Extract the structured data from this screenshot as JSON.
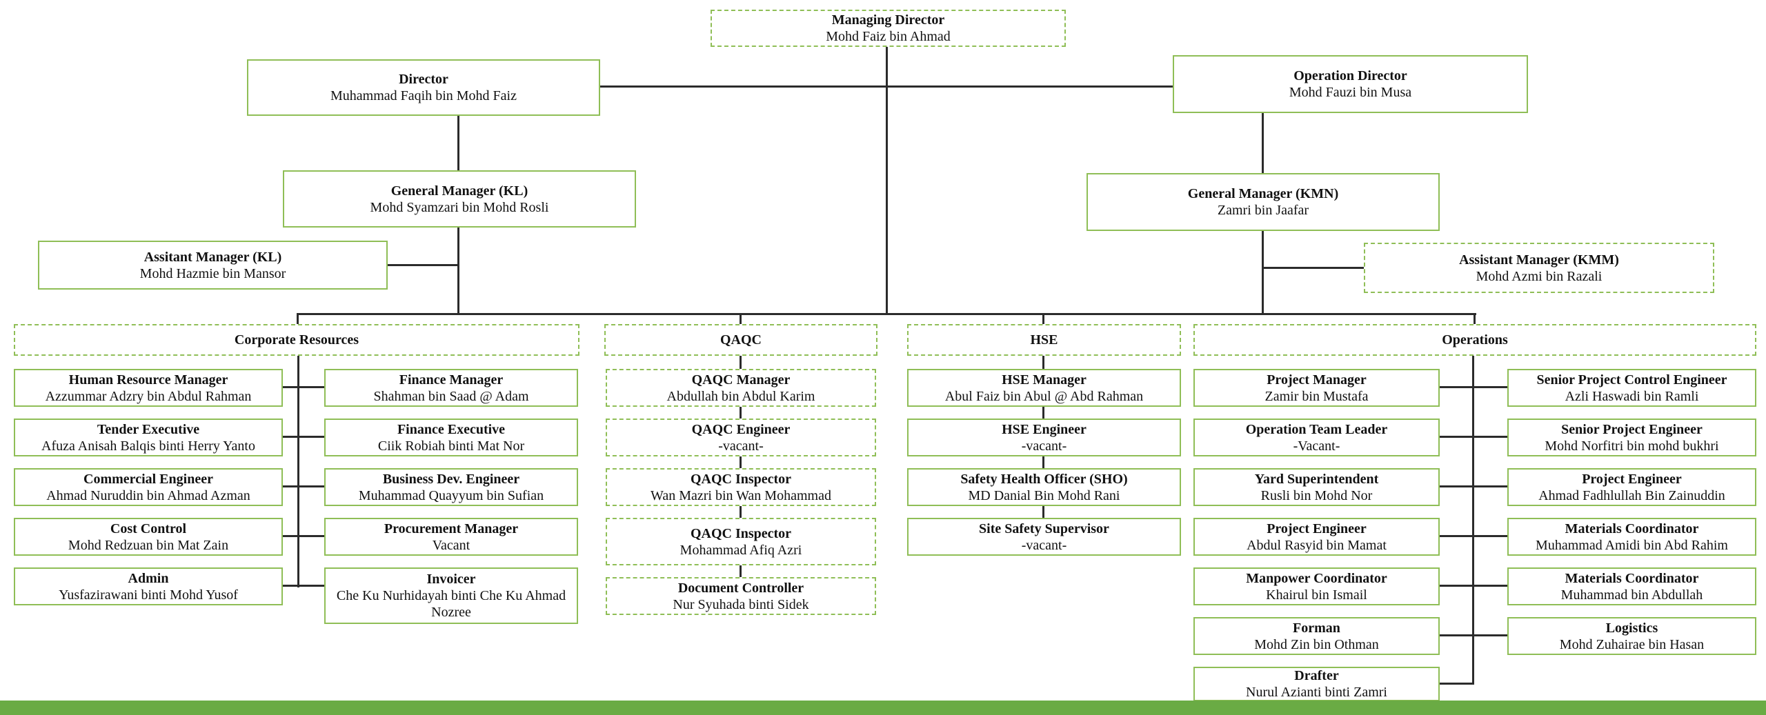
{
  "colors": {
    "box_border_green": "#8fbe56",
    "connector_dark": "#2b2b2b",
    "bottom_strip_green": "#6aab44"
  },
  "org": {
    "managing_director": {
      "title": "Managing Director",
      "name": "Mohd Faiz bin Ahmad"
    },
    "director": {
      "title": "Director",
      "name": "Muhammad Faqih bin Mohd Faiz"
    },
    "operation_director": {
      "title": "Operation Director",
      "name": "Mohd Fauzi bin Musa"
    },
    "general_manager_kl": {
      "title": "General Manager (KL)",
      "name": "Mohd Syamzari bin Mohd Rosli"
    },
    "general_manager_kmn": {
      "title": "General Manager (KMN)",
      "name": "Zamri bin Jaafar"
    },
    "assistant_manager_kl": {
      "title": "Assitant Manager (KL)",
      "name": "Mohd Hazmie bin Mansor"
    },
    "assistant_manager_kmm": {
      "title": "Assistant Manager (KMM)",
      "name": "Mohd Azmi bin Razali"
    }
  },
  "departments": {
    "corporate": "Corporate Resources",
    "qaqc": "QAQC",
    "hse": "HSE",
    "operations": "Operations"
  },
  "staff": {
    "corporate_left": [
      {
        "title": "Human Resource Manager",
        "name": "Azzummar Adzry bin Abdul Rahman"
      },
      {
        "title": "Tender Executive",
        "name": "Afuza Anisah Balqis binti Herry Yanto"
      },
      {
        "title": "Commercial Engineer",
        "name": "Ahmad Nuruddin bin Ahmad Azman"
      },
      {
        "title": "Cost Control",
        "name": "Mohd Redzuan bin Mat Zain"
      },
      {
        "title": "Admin",
        "name": "Yusfazirawani binti Mohd Yusof"
      }
    ],
    "corporate_right": [
      {
        "title": "Finance Manager",
        "name": "Shahman bin Saad @ Adam"
      },
      {
        "title": "Finance Executive",
        "name": "Ciik Robiah binti Mat Nor"
      },
      {
        "title": "Business Dev. Engineer",
        "name": "Muhammad Quayyum bin Sufian"
      },
      {
        "title": "Procurement Manager",
        "name": "Vacant"
      },
      {
        "title": "Invoicer",
        "name": "Che Ku Nurhidayah binti Che Ku Ahmad Nozree"
      }
    ],
    "qaqc": [
      {
        "title": "QAQC Manager",
        "name": "Abdullah bin Abdul Karim"
      },
      {
        "title": "QAQC Engineer",
        "name": "-vacant-"
      },
      {
        "title": "QAQC Inspector",
        "name": "Wan Mazri bin Wan Mohammad"
      },
      {
        "title": "QAQC Inspector",
        "name": "Mohammad Afiq Azri"
      },
      {
        "title": "Document Controller",
        "name": "Nur Syuhada binti Sidek"
      }
    ],
    "hse": [
      {
        "title": "HSE Manager",
        "name": "Abul Faiz bin Abul @ Abd Rahman"
      },
      {
        "title": "HSE Engineer",
        "name": "-vacant-"
      },
      {
        "title": "Safety Health Officer (SHO)",
        "name": "MD Danial Bin Mohd Rani"
      },
      {
        "title": "Site Safety Supervisor",
        "name": "-vacant-"
      }
    ],
    "operations_left": [
      {
        "title": "Project Manager",
        "name": "Zamir bin Mustafa"
      },
      {
        "title": "Operation Team Leader",
        "name": "-Vacant-"
      },
      {
        "title": "Yard Superintendent",
        "name": "Rusli bin Mohd Nor"
      },
      {
        "title": "Project Engineer",
        "name": "Abdul Rasyid bin Mamat"
      },
      {
        "title": "Manpower Coordinator",
        "name": "Khairul bin Ismail"
      },
      {
        "title": "Forman",
        "name": "Mohd Zin bin Othman"
      },
      {
        "title": "Drafter",
        "name": "Nurul Azianti binti Zamri"
      }
    ],
    "operations_right": [
      {
        "title": "Senior Project Control Engineer",
        "name": "Azli Haswadi bin Ramli"
      },
      {
        "title": "Senior Project Engineer",
        "name": "Mohd Norfitri bin mohd bukhri"
      },
      {
        "title": "Project Engineer",
        "name": "Ahmad Fadhlullah Bin Zainuddin"
      },
      {
        "title": "Materials Coordinator",
        "name": "Muhammad Amidi bin Abd Rahim"
      },
      {
        "title": "Materials Coordinator",
        "name": "Muhammad bin Abdullah"
      },
      {
        "title": "Logistics",
        "name": "Mohd Zuhairae bin Hasan"
      }
    ]
  }
}
